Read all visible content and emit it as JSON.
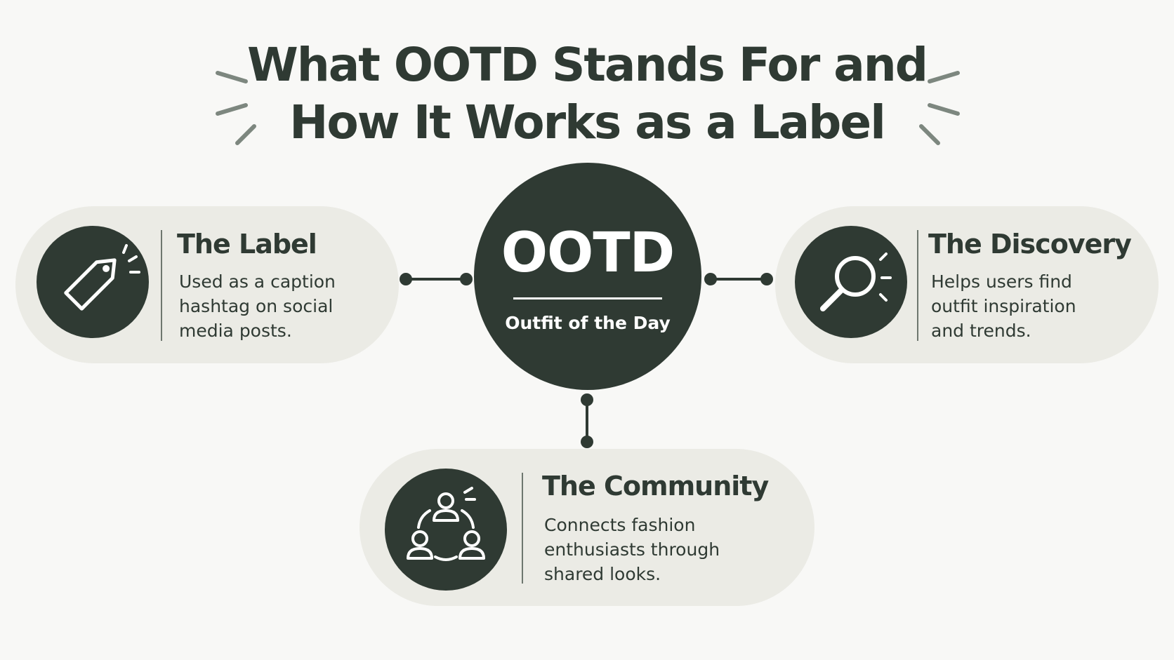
{
  "title": {
    "line1": "What OOTD Stands For and",
    "line2": "How It Works as a Label"
  },
  "center": {
    "abbreviation": "OOTD",
    "expansion": "Outfit of the Day"
  },
  "cards": [
    {
      "heading": "The Label",
      "lines": [
        "Used as a caption",
        "hashtag on social",
        "media posts."
      ],
      "icon": "tag-icon"
    },
    {
      "heading": "The Discovery",
      "lines": [
        "Helps users find",
        "outfit inspiration",
        "and trends."
      ],
      "icon": "search-icon"
    },
    {
      "heading": "The Community",
      "lines": [
        "Connects fashion",
        "enthusiasts through",
        "shared looks."
      ],
      "icon": "community-icon"
    }
  ],
  "colors": {
    "dark": "#2f3a33",
    "pill": "#ebebe5",
    "background": "#f8f8f6",
    "accent_lines": "#7d877f"
  }
}
